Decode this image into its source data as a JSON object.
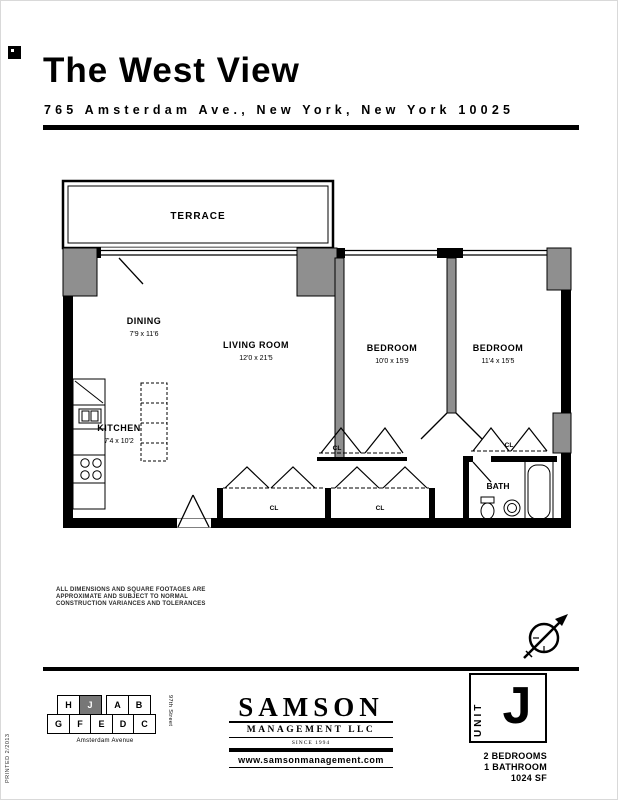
{
  "header": {
    "title": "The West View",
    "address": "765 Amsterdam Ave., New York, New York 10025"
  },
  "plan": {
    "rooms": [
      {
        "name": "TERRACE",
        "dims": ""
      },
      {
        "name": "DINING",
        "dims": "7'9 x 11'6"
      },
      {
        "name": "LIVING ROOM",
        "dims": "12'0 x 21'5"
      },
      {
        "name": "BEDROOM",
        "dims": "10'0 x 15'9"
      },
      {
        "name": "BEDROOM",
        "dims": "11'4 x 15'5"
      },
      {
        "name": "KITCHEN",
        "dims": "7'4 x 10'2"
      },
      {
        "name": "BATH",
        "dims": ""
      }
    ],
    "closet_label": "CL"
  },
  "disclaimer": {
    "line1": "ALL DIMENSIONS AND SQUARE FOOTAGES ARE",
    "line2": "APPROXIMATE AND SUBJECT TO NORMAL",
    "line3": "CONSTRUCTION VARIANCES AND TOLERANCES"
  },
  "print_note": "PRINTED 2/2013",
  "footer": {
    "keyplan": {
      "top_row": [
        "H",
        "J",
        "A",
        "B"
      ],
      "bottom_row": [
        "G",
        "F",
        "E",
        "D",
        "C"
      ],
      "street_right": "97th Street",
      "street_bottom": "Amsterdam Avenue"
    },
    "logo": {
      "name": "SAMSON",
      "subtitle": "MANAGEMENT  LLC",
      "since": "SINCE 1994",
      "website": "www.samsonmanagement.com"
    },
    "unit": {
      "label": "UNIT",
      "letter": "J",
      "bedrooms": "2 BEDROOMS",
      "bathrooms": "1 BATHROOM",
      "sqft": "1024 SF"
    }
  }
}
